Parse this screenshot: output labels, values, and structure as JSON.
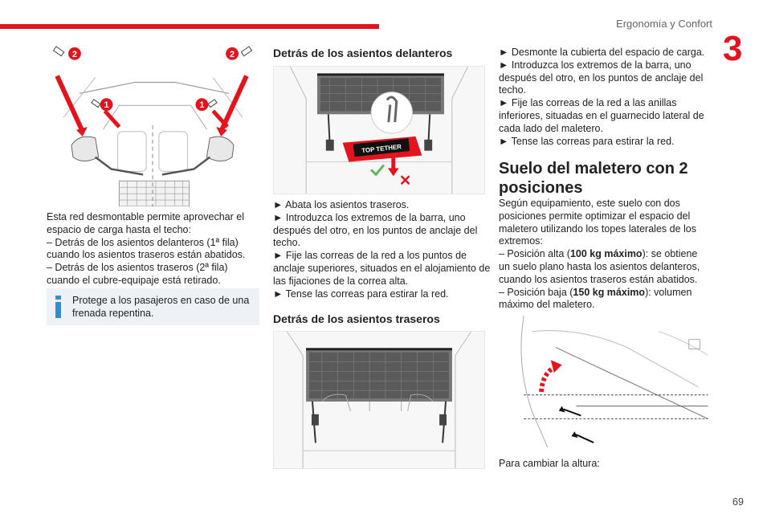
{
  "header": {
    "section_title": "Ergonomía y Confort",
    "chapter_number": "3"
  },
  "col1": {
    "callouts": [
      "2",
      "2",
      "1",
      "1"
    ],
    "paragraph_lines": [
      "Esta red desmontable permite aprovechar el",
      "espacio de carga hasta el techo:",
      "– Detrás de los asientos delanteros (1ª fila)",
      "cuando los asientos traseros están abatidos.",
      "– Detrás de los asientos traseros (2ª fila)",
      "cuando el cubre-equipaje está retirado."
    ],
    "info_lines": [
      "Protege a los pasajeros en caso de una",
      "frenada repentina."
    ]
  },
  "col2": {
    "heading_front": "Detrás de los asientos delanteros",
    "tether_label": "TOP TETHER",
    "front_lines": [
      "► Abata los asientos traseros.",
      "► Introduzca los extremos de la barra, uno",
      "después del otro, en los puntos de anclaje del",
      "techo.",
      "► Fije las correas de la red a los puntos de",
      "anclaje superiores, situados en el alojamiento de",
      "las fijaciones de la correa alta.",
      "► Tense las correas para estirar la red."
    ],
    "heading_rear": "Detrás de los asientos traseros"
  },
  "col3": {
    "rear_lines": [
      "► Desmonte la cubierta del espacio de carga.",
      "► Introduzca los extremos de la barra, uno",
      "después del otro, en los puntos de anclaje del",
      "techo.",
      "► Fije las correas de la red a las anillas",
      "inferiores, situadas en el guarnecido lateral de",
      "cada lado del maletero.",
      "► Tense las correas para estirar la red."
    ],
    "floor_heading_lines": [
      "Suelo del maletero con 2",
      "posiciones"
    ],
    "floor_intro_lines": [
      "Según equipamiento, este suelo con dos",
      "posiciones permite optimizar el espacio del",
      "maletero utilizando los topes laterales de los",
      "extremos:"
    ],
    "floor_high": {
      "prefix": "– Posición alta (",
      "bold": "100 kg máximo",
      "suffix": "): se obtiene",
      "rest_lines": [
        "un suelo plano hasta los asientos delanteros,",
        "cuando los asientos traseros están abatidos."
      ]
    },
    "floor_low": {
      "prefix": "– Posición baja (",
      "bold": "150 kg máximo",
      "suffix": "): volumen",
      "rest_lines": [
        "máximo del maletero."
      ]
    },
    "change_height": "Para cambiar la altura:"
  },
  "page_number": "69",
  "colors": {
    "accent": "#e3141e",
    "info_blue": "#2b8fd6",
    "info_bg": "#eef1f5"
  }
}
